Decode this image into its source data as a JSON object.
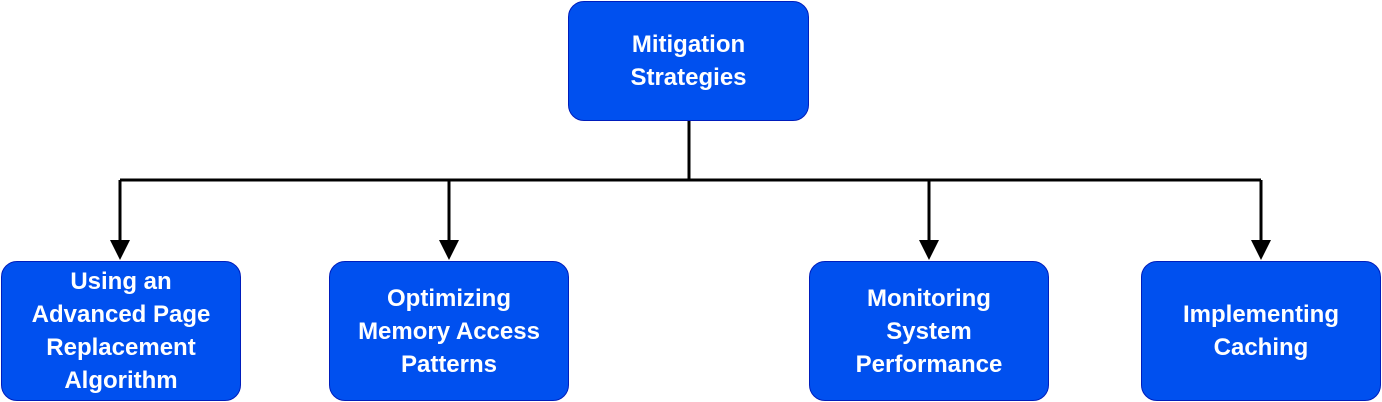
{
  "diagram": {
    "root": {
      "label": "Mitigation\nStrategies"
    },
    "children": [
      {
        "label": "Using an\nAdvanced Page\nReplacement\nAlgorithm"
      },
      {
        "label": "Optimizing\nMemory Access\nPatterns"
      },
      {
        "label": "Monitoring\nSystem\nPerformance"
      },
      {
        "label": "Implementing\nCaching"
      }
    ],
    "colors": {
      "node_fill": "#0050ef",
      "node_border": "#001dbc",
      "node_text": "#ffffff",
      "connector": "#000000"
    }
  }
}
